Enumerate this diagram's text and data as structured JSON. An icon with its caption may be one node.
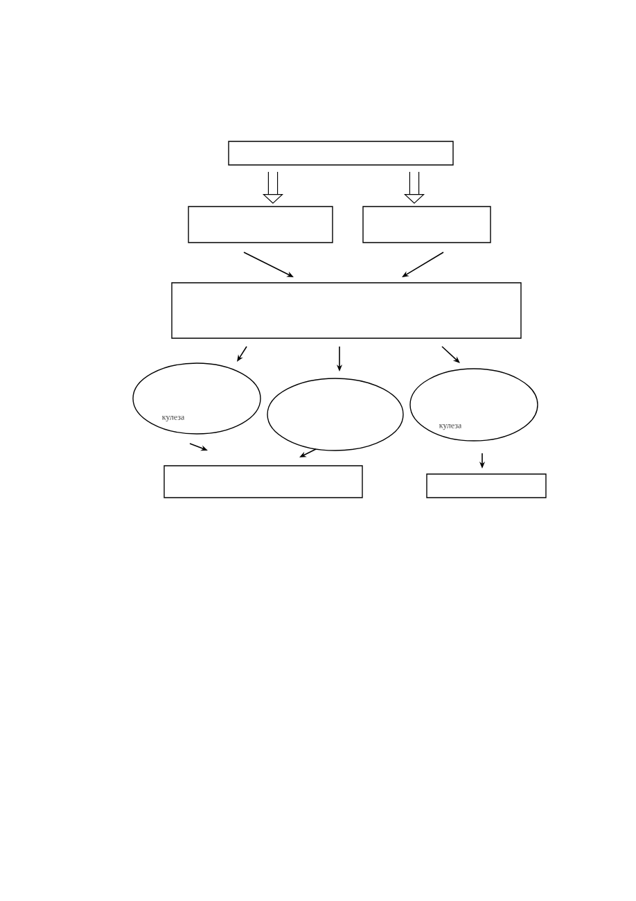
{
  "diagram": {
    "nodes": [
      {
        "text": [],
        "shape": "box"
      },
      {
        "text": [],
        "shape": "box"
      },
      {
        "text": [],
        "shape": "box"
      },
      {
        "text": [],
        "shape": "box"
      },
      {
        "text": [
          "кулеза"
        ]
      },
      {
        "text": [],
        "shape": "ellipse"
      },
      {
        "text": [
          "кулеза"
        ]
      },
      {
        "text": [],
        "shape": "box"
      },
      {
        "text": [],
        "shape": "box"
      }
    ],
    "edges": [
      {
        "from": 0,
        "to": 1,
        "arrow": "to",
        "style": "thick"
      },
      {
        "from": 0,
        "to": 2,
        "arrow": "to",
        "style": "thick"
      },
      {
        "from": 1,
        "to": 3,
        "arrow": "to"
      },
      {
        "from": 2,
        "to": 3,
        "arrow": "to"
      },
      {
        "from": 3,
        "to": 4,
        "arrow": "to"
      },
      {
        "from": 3,
        "to": 5,
        "arrow": "to"
      },
      {
        "from": 3,
        "to": 6,
        "arrow": "to"
      },
      {
        "from": 4,
        "to": 7,
        "arrow": "to"
      },
      {
        "from": 5,
        "to": 7,
        "arrow": "to"
      },
      {
        "from": 6,
        "to": 8,
        "arrow": "to"
      }
    ]
  }
}
